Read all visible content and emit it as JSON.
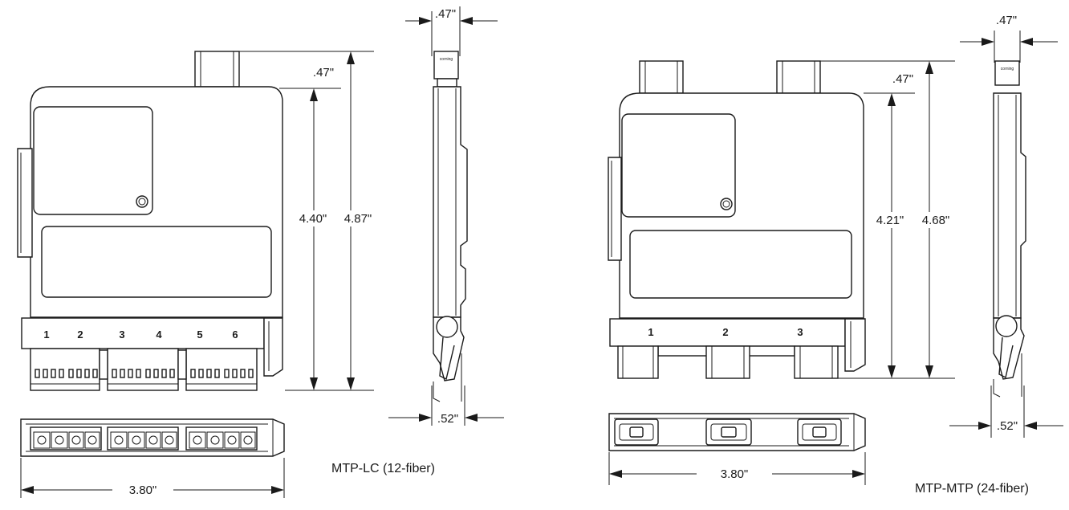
{
  "left_figure": {
    "caption": "MTP-LC (12-fiber)",
    "ports": [
      "1",
      "2",
      "3",
      "4",
      "5",
      "6"
    ],
    "dims": {
      "adapter_height": ".47\"",
      "body_height": "4.40\"",
      "total_height": "4.87\"",
      "side_top_width": ".47\"",
      "side_bottom_width": ".52\"",
      "width": "3.80\""
    }
  },
  "right_figure": {
    "caption": "MTP-MTP (24-fiber)",
    "ports": [
      "1",
      "2",
      "3"
    ],
    "dims": {
      "adapter_height": ".47\"",
      "body_height": "4.21\"",
      "total_height": "4.68\"",
      "side_top_width": ".47\"",
      "side_bottom_width": ".52\"",
      "width": "3.80\""
    }
  },
  "side_label": "corning"
}
